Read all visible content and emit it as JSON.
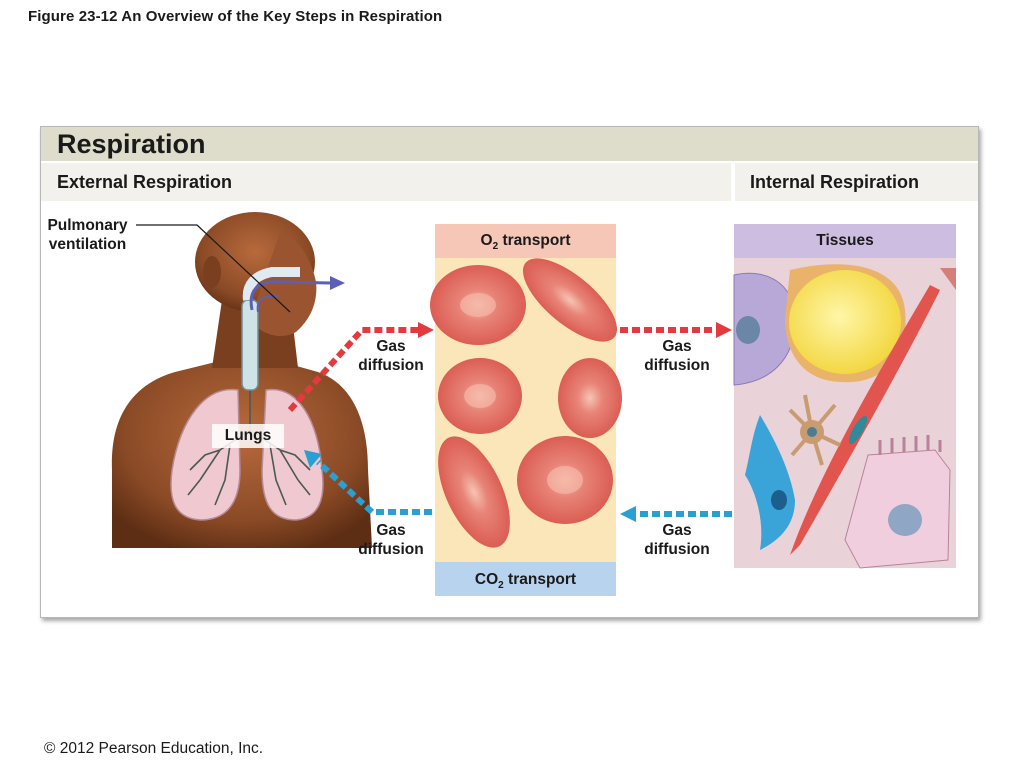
{
  "figure": {
    "title": "Figure 23-12  An Overview of the Key Steps in Respiration",
    "copyright": "© 2012 Pearson Education, Inc."
  },
  "panel": {
    "title": "Respiration",
    "external": "External Respiration",
    "internal": "Internal Respiration"
  },
  "labels": {
    "pulmonary_line1": "Pulmonary",
    "pulmonary_line2": "ventilation",
    "lungs": "Lungs",
    "gas": "Gas",
    "diffusion": "diffusion",
    "tissues": "Tissues",
    "o2_prefix": "O",
    "o2_sub": "2",
    "o2_suffix": " transport",
    "co2_prefix": "CO",
    "co2_sub": "2",
    "co2_suffix": " transport"
  },
  "colors": {
    "header": "#deddcb",
    "subheader": "#f2f1ec",
    "o2_arrow": "#e23a3f",
    "co2_arrow": "#2a9fd2",
    "o2_box": "#f6c7b6",
    "co2_box": "#b7d3ee",
    "blood_bg": "#fbe6b9",
    "tissues_box": "#cdbde0",
    "airflow_arrow": "#5b5fb8"
  }
}
